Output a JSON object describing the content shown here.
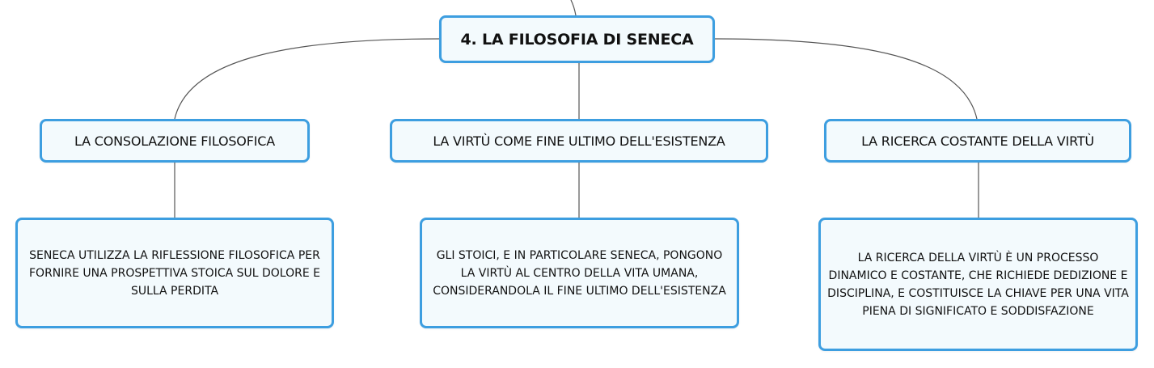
{
  "diagram": {
    "root": {
      "label": "4. LA FILOSOFIA DI SENECA"
    },
    "branches": [
      {
        "label": "LA CONSOLAZIONE FILOSOFICA",
        "detail": "SENECA UTILIZZA LA RIFLESSIONE FILOSOFICA PER FORNIRE UNA PROSPETTIVA STOICA SUL DOLORE E SULLA PERDITA"
      },
      {
        "label": "LA VIRTÙ COME FINE ULTIMO DELL'ESISTENZA",
        "detail": "GLI STOICI, E IN PARTICOLARE SENECA, PONGONO LA VIRTÙ AL CENTRO DELLA VITA UMANA, CONSIDERANDOLA IL FINE ULTIMO DELL'ESISTENZA"
      },
      {
        "label": "LA RICERCA COSTANTE DELLA VIRTÙ",
        "detail": "LA RICERCA DELLA VIRTÙ È UN PROCESSO DINAMICO E COSTANTE, CHE RICHIEDE DEDIZIONE E DISCIPLINA, E COSTITUISCE LA CHIAVE PER UNA VITA PIENA DI SIGNIFICATO E SODDISFAZIONE"
      }
    ]
  },
  "colors": {
    "node_border": "#3d9ee0",
    "node_fill": "#f3fafd",
    "connector": "#555555",
    "text": "#111111"
  }
}
